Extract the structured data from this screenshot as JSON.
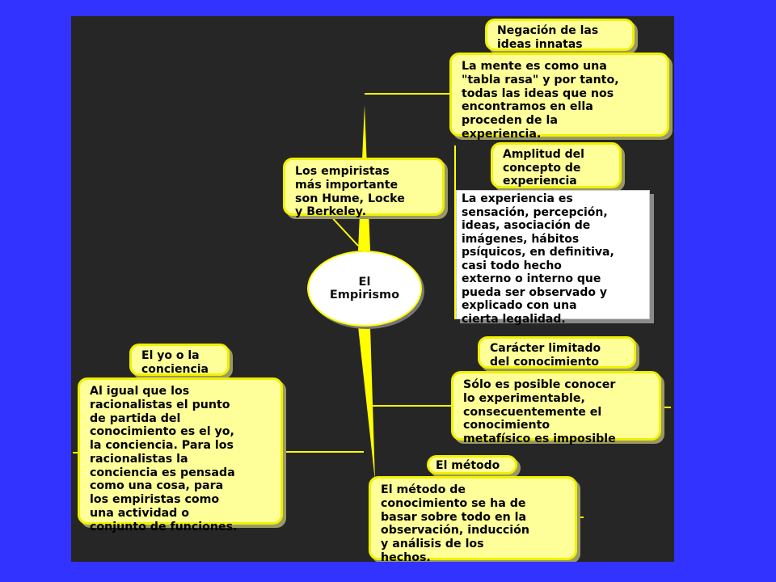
{
  "center": {
    "label": "El\nEmpirismo"
  },
  "nodes": {
    "empiristas": "Los empiristas\nmás importante\nson Hume, Locke\ny Berkeley.",
    "negacion_title": "Negación de las\nideas innatas",
    "negacion_text": "La mente es como una\n\"tabla rasa\" y por tanto,\ntodas las ideas que nos\nencontramos en ella\nproceden de la\nexperiencia.",
    "amplitud_title": "Amplitud del\nconcepto de\nexperiencia",
    "amplitud_text": "La experiencia es\nsensación, percepción,\nideas, asociación de\nimágenes, hábitos\npsíquicos, en definitiva,\ncasi todo hecho\nexterno o interno que\npueda ser observado y\nexplicado con una\ncierta legalidad.",
    "caracter_title": "Carácter limitado\ndel conocimiento",
    "caracter_text": "Sólo es posible conocer\nlo experimentable,\nconsecuentemente el\nconocimiento\nmetafísico es imposible",
    "yo_title": "El yo o la\nconciencia",
    "yo_text": "Al igual que los\nracionalistas el punto\nde partida del\nconocimiento es el yo,\nla conciencia. Para los\nracionalistas la\nconciencia es pensada\ncomo una cosa, para\nlos empiristas como\nuna actividad o\nconjunto de funciones.",
    "metodo_title": "El método",
    "metodo_text": "El  método de\nconocimiento se ha de\nbasar sobre todo en la\nobservación, inducción\ny análisis de los\nhechos."
  },
  "colors": {
    "background": "#3333ff",
    "canvas": "#262626",
    "connector": "#ffff00",
    "box_fill": "#ffff99",
    "box_border": "#f0f000"
  }
}
